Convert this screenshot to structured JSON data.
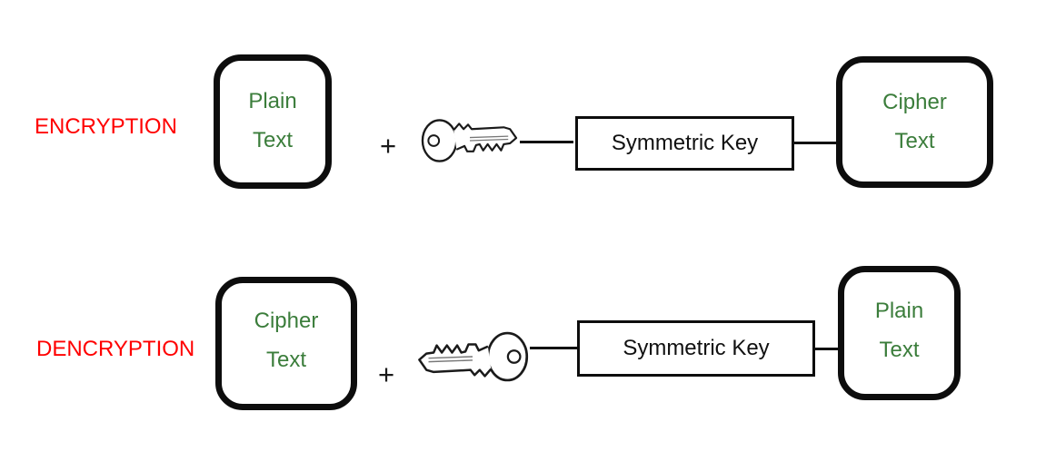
{
  "colors": {
    "label_red": "#ff0000",
    "node_text_green": "#3b7d3b",
    "stroke_black": "#0d0d0d"
  },
  "rows": {
    "encryption": {
      "label": "ENCRYPTION",
      "input_node": {
        "line1": "Plain",
        "line2": "Text"
      },
      "plus": "+",
      "key_icon": "key-icon",
      "key_box_label": "Symmetric Key",
      "output_node": {
        "line1": "Cipher",
        "line2": "Text"
      }
    },
    "decryption": {
      "label": "DENCRYPTION",
      "input_node": {
        "line1": "Cipher",
        "line2": "Text"
      },
      "plus": "+",
      "key_icon": "key-icon-rotated",
      "key_box_label": "Symmetric Key",
      "output_node": {
        "line1": "Plain",
        "line2": "Text"
      }
    }
  }
}
